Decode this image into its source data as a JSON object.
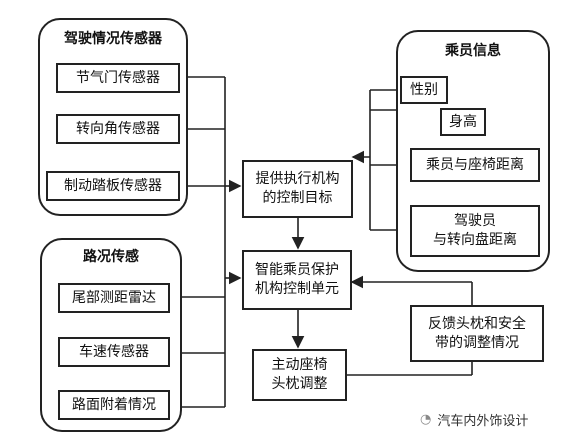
{
  "driving_sensors": {
    "title": "驾驶情况传感器",
    "items": [
      "节气门传感器",
      "转向角传感器",
      "制动踏板传感器"
    ]
  },
  "road_sensors": {
    "title": "路况传感",
    "items": [
      "尾部测距雷达",
      "车速传感器",
      "路面附着情况"
    ]
  },
  "passenger_info": {
    "title": "乘员信息",
    "items": [
      "性别",
      "身高",
      "乘员与座椅距离",
      "驾驶员\n与转向盘距离"
    ]
  },
  "center": {
    "target": "提供执行机构\n的控制目标",
    "unit": "智能乘员保护\n机构控制单元",
    "seat": "主动座椅\n头枕调整",
    "feedback": "反馈头枕和安全\n带的调整情况"
  },
  "watermark": "汽车内外饰设计"
}
